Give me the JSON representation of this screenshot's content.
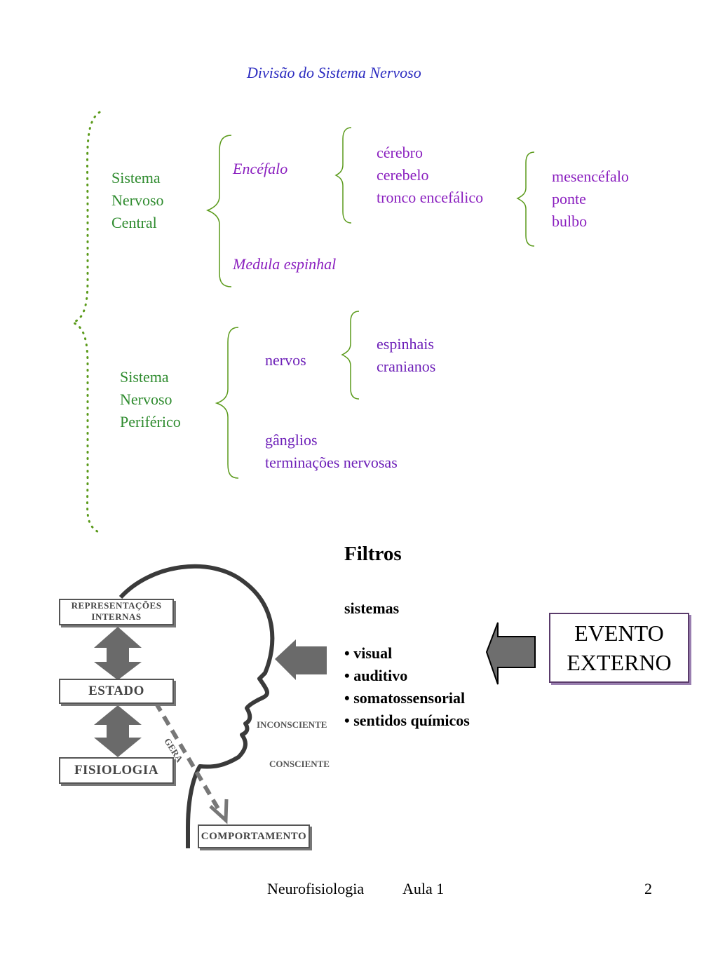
{
  "title": "Divisão do Sistema Nervoso",
  "snc": {
    "label_lines": [
      "Sistema",
      "Nervoso",
      "Central"
    ],
    "encefalo": "Encéfalo",
    "medula": "Medula espinhal",
    "encefalo_parts": [
      "cérebro",
      "cerebelo",
      "tronco encefálico"
    ],
    "tronco_parts": [
      "mesencéfalo",
      "ponte",
      "bulbo"
    ]
  },
  "snp": {
    "label_lines": [
      "Sistema",
      "Nervoso",
      "Periférico"
    ],
    "nervos": "nervos",
    "nervos_parts": [
      "espinhais",
      "cranianos"
    ],
    "other_lines": [
      "gânglios",
      "terminações nervosas"
    ]
  },
  "figure": {
    "representacoes": [
      "REPRESENTAÇÕES",
      "INTERNAS"
    ],
    "estado": "ESTADO",
    "fisiologia": "FISIOLOGIA",
    "comportamento": "COMPORTAMENTO",
    "gera": "GERA",
    "inconsciente": "INCONSCIENTE",
    "consciente": "CONSCIENTE"
  },
  "filtros": {
    "heading": "Filtros",
    "subheading": "sistemas",
    "items": [
      "• visual",
      "• auditivo",
      "• somatossensorial",
      "• sentidos químicos"
    ]
  },
  "evento": [
    "EVENTO",
    "EXTERNO"
  ],
  "footer": {
    "course": "Neurofisiologia",
    "lesson": "Aula 1",
    "page": "2"
  }
}
